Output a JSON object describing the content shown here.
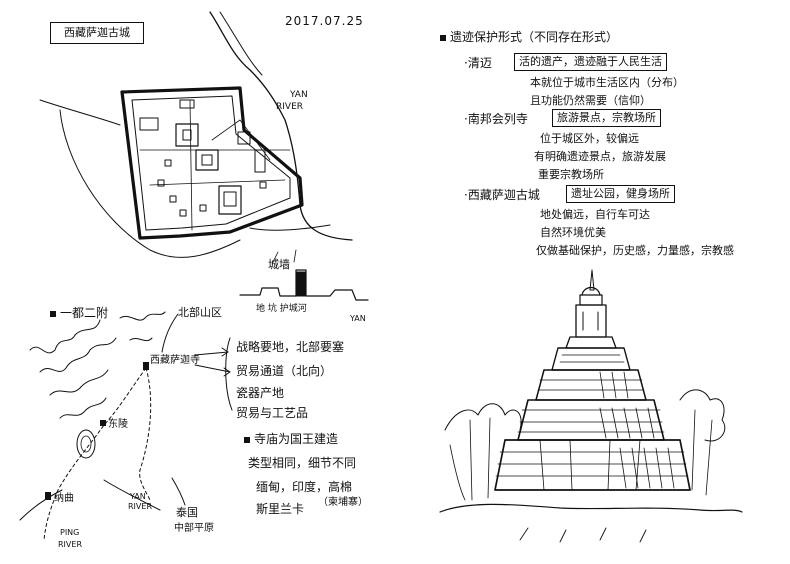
{
  "left_page": {
    "title": "西藏萨迦古城",
    "date": "2017.07.25",
    "map_labels": {
      "river_top_1": "YAN",
      "river_top_2": "RIVER",
      "wall_label": "城墙",
      "ground_labels": "地  坑  护城河",
      "ground_small": "YAN"
    },
    "lower_section": {
      "heading": "一都二附",
      "north_hill": "北部山区",
      "sakya_label": "西藏萨迦寺",
      "functions": [
        "战略要地，北部要塞",
        "贸易通道（北向）",
        "瓷器产地",
        "贸易与工艺品"
      ],
      "town_label_1": "东陵",
      "town_label_2": "纳曲",
      "river_ping_1": "PING",
      "river_ping_2": "RIVER",
      "river_yan_1": "YAN",
      "river_yan_2": "RIVER",
      "tai_label_1": "泰国",
      "tai_label_2": "中部平原",
      "notes": [
        "寺庙为国王建造",
        "类型相同，细节不同",
        "缅甸，印度，高棉",
        "（柬埔寨）",
        "斯里兰卡"
      ]
    }
  },
  "right_page": {
    "heading": "遗迹保护形式（不同存在形式）",
    "items": [
      {
        "name": "·清迈",
        "box": "活的遗产，遗迹融于人民生活",
        "lines": [
          "本就位于城市生活区内（分布）",
          "且功能仍然需要（信仰）"
        ]
      },
      {
        "name": "·南邦会列寺",
        "box": "旅游景点，宗教场所",
        "lines": [
          "位于城区外，较偏远",
          "有明确遗迹景点，旅游发展",
          "重要宗教场所"
        ]
      },
      {
        "name": "·西藏萨迦古城",
        "box": "遗址公园，健身场所",
        "lines": [
          "地处偏远，自行车可达",
          "自然环境优美",
          "仅做基础保护，历史感，力量感，宗教感"
        ]
      }
    ]
  }
}
